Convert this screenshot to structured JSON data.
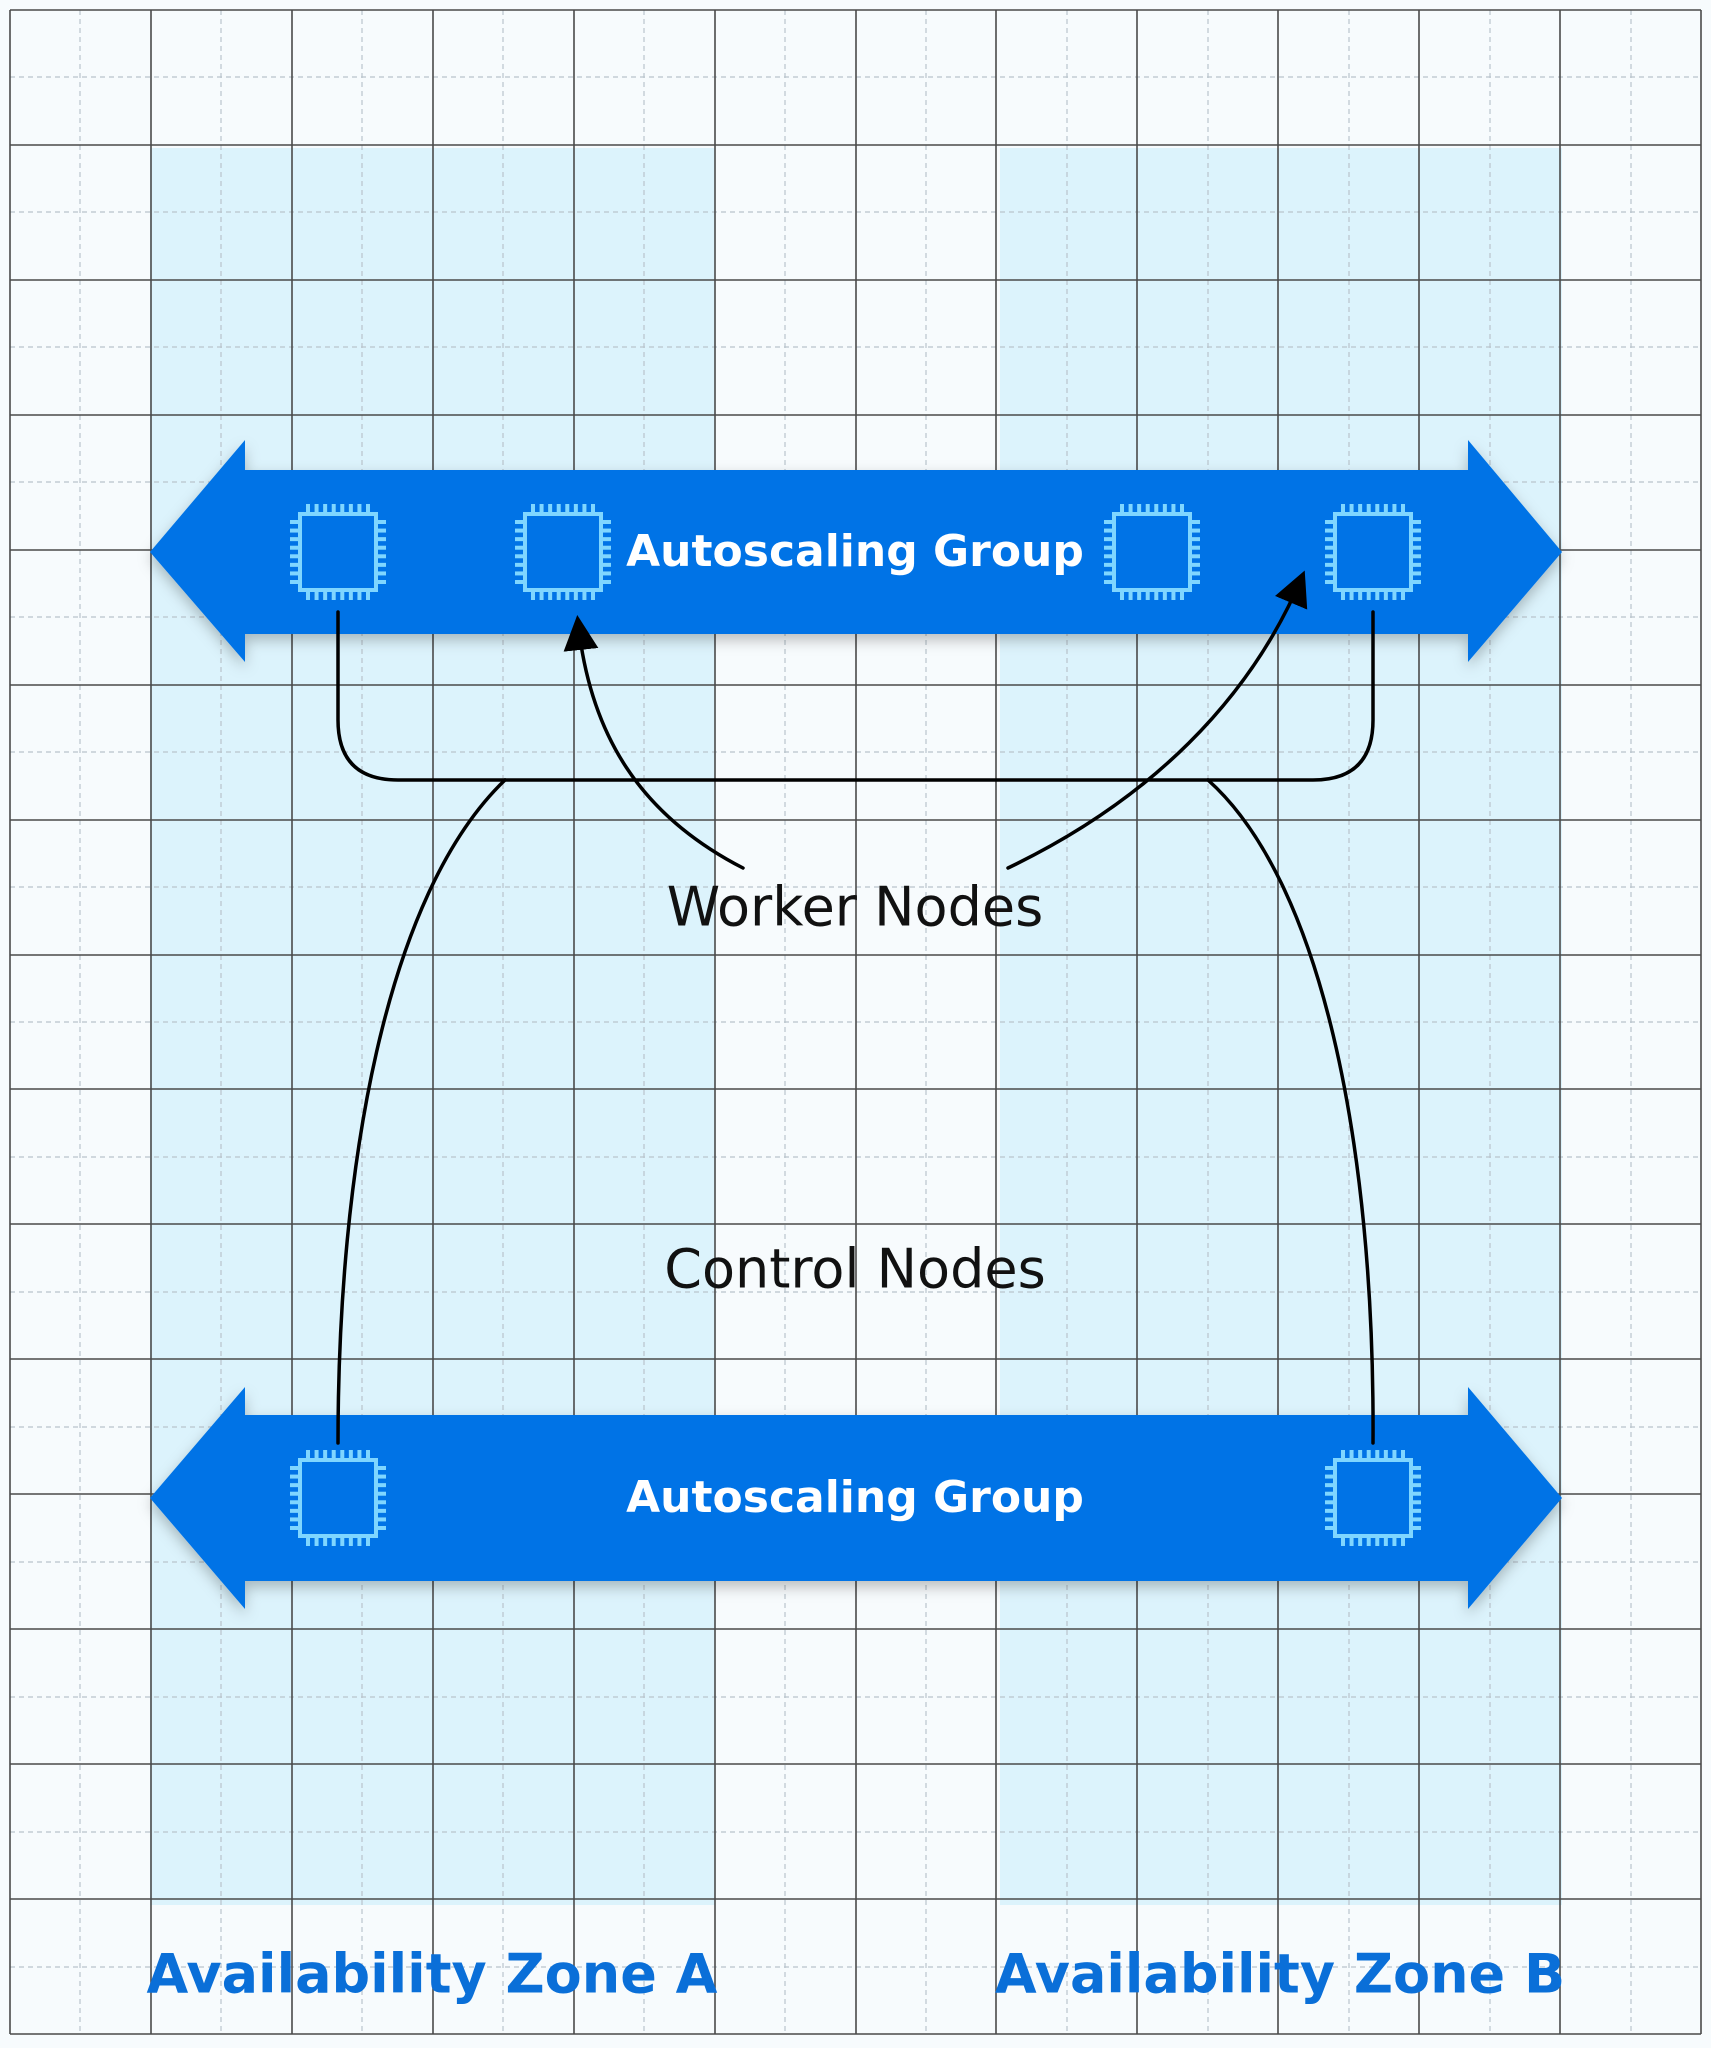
{
  "colors": {
    "page_bg": "#f7fbfd",
    "zone_bg": "#dcf3fc",
    "grid_major": "#4a4a4a",
    "grid_minor": "#b9c4cc",
    "band_fill": "#0073e6",
    "chip_stroke": "#7fd6ff",
    "connector": "#000000",
    "zone_text": "#0a6fd8"
  },
  "icons": {
    "chip": "cpu-chip-icon"
  },
  "worker_group": {
    "label": "Autoscaling Group",
    "node_count": 4
  },
  "control_group": {
    "label": "Autoscaling Group",
    "node_count": 2
  },
  "annotations": {
    "worker_nodes": "Worker Nodes",
    "control_nodes": "Control Nodes"
  },
  "zones": {
    "a": "Availability Zone A",
    "b": "Availability Zone B"
  }
}
